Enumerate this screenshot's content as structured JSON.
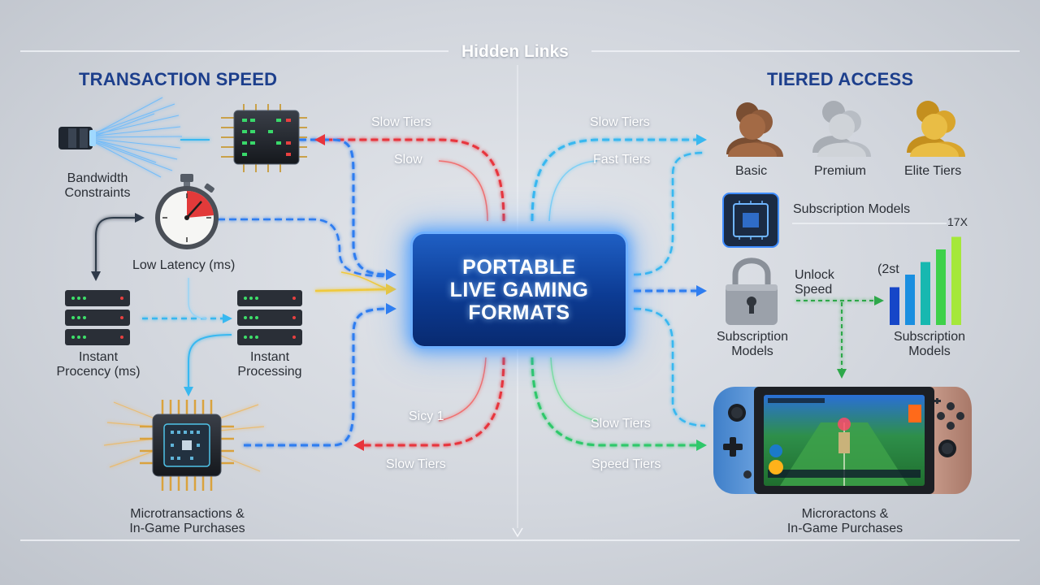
{
  "header": {
    "title": "Hidden Links"
  },
  "left": {
    "title": "TRANSACTION SPEED",
    "bandwidth": [
      "Bandwidth",
      "Constraints"
    ],
    "latency": "Low Latency (ms)",
    "instant_left": [
      "Instant",
      "Procency (ms)"
    ],
    "instant_right": [
      "Instant",
      "Processing"
    ],
    "micro": [
      "Microtransactions &",
      "In-Game Purchases"
    ]
  },
  "center": {
    "title": "PORTABLE\nLIVE GAMING\nFORMATS"
  },
  "flows": {
    "slow_tiers_top_left": "Slow Tiers",
    "slow_left": "Slow",
    "sicy": "Sicy 1",
    "slow_tiers_bottom_left": "Slow Tiers",
    "slow_tiers_top_right": "Slow Tiers",
    "fast_tiers": "Fast Tiers",
    "slow_tiers_bottom_right": "Slow Tiers",
    "speed_tiers": "Speed Tiers"
  },
  "right": {
    "title": "TIERED ACCESS",
    "tiers": [
      "Basic",
      "Premium",
      "Elite Tiers"
    ],
    "subscription_top": "Subscription Models",
    "multiplier": "17X",
    "unlock": [
      "Unlock",
      "Speed"
    ],
    "bar_label": "(2st",
    "lock_label": [
      "Subscription",
      "Models"
    ],
    "bars_label": [
      "Subscription",
      "Models"
    ],
    "micro": [
      "Microractons &",
      "In-Game Purchases"
    ]
  },
  "chart_data": {
    "type": "bar",
    "values": [
      3,
      4,
      5,
      6,
      7
    ],
    "colors": [
      "#1646c8",
      "#1a8fe0",
      "#17b8b0",
      "#3ed14a",
      "#a5e83a"
    ]
  },
  "colors": {
    "red": "#e8343c",
    "blue": "#2f7df0",
    "cyan": "#38b8f0",
    "green": "#2ec86a",
    "yellow": "#f0c93a",
    "title_blue": "#1d3f8c",
    "basic": "#8a5a3c",
    "premium": "#9aa0a8",
    "elite": "#d4a52a"
  }
}
